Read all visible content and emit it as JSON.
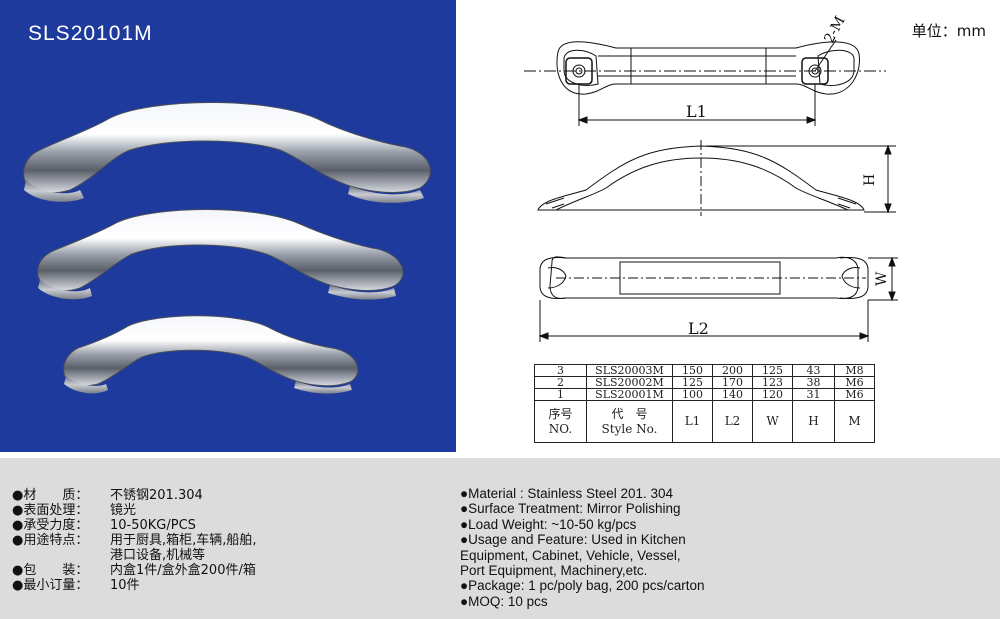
{
  "model_code": "SLS20101M",
  "unit_label": "单位：mm",
  "drawing": {
    "thread_label": "2-M",
    "dim_l1": "L1",
    "dim_l2": "L2",
    "dim_h": "H",
    "dim_w": "W"
  },
  "spec_table": {
    "header": {
      "index_cn": "序号",
      "index_en": "NO.",
      "style_cn": "代　号",
      "style_en": "Style No.",
      "l1": "L1",
      "l2": "L2",
      "w": "W",
      "h": "H",
      "m": "M"
    },
    "rows": [
      {
        "no": "3",
        "style": "SLS20003M",
        "l1": "150",
        "l2": "200",
        "w": "125",
        "h": "43",
        "m": "M8"
      },
      {
        "no": "2",
        "style": "SLS20002M",
        "l1": "125",
        "l2": "170",
        "w": "123",
        "h": "38",
        "m": "M6"
      },
      {
        "no": "1",
        "style": "SLS20001M",
        "l1": "100",
        "l2": "140",
        "w": "120",
        "h": "31",
        "m": "M6"
      }
    ]
  },
  "info_cn": [
    {
      "key": "●材　　质：",
      "value": "不锈钢201.304"
    },
    {
      "key": "●表面处理：",
      "value": "镜光"
    },
    {
      "key": "●承受力度：",
      "value": "10-50KG/PCS"
    },
    {
      "key": "●用途特点：",
      "value": "用于厨具,箱柜,车辆,船舶,"
    },
    {
      "key": "",
      "value": "港口设备,机械等"
    },
    {
      "key": "●包　　装：",
      "value": "内盒1件/盒外盒200件/箱"
    },
    {
      "key": "●最小订量：",
      "value": "10件"
    }
  ],
  "info_en": [
    "●Material : Stainless Steel 201. 304",
    "●Surface Treatment: Mirror Polishing",
    "●Load Weight: ~10-50 kg/pcs",
    "●Usage and Feature: Used in Kitchen",
    "Equipment, Cabinet, Vehicle, Vessel,",
    "Port Equipment, Machinery,etc.",
    "●Package: 1 pc/poly bag, 200 pcs/carton",
    "●MOQ: 10 pcs"
  ]
}
